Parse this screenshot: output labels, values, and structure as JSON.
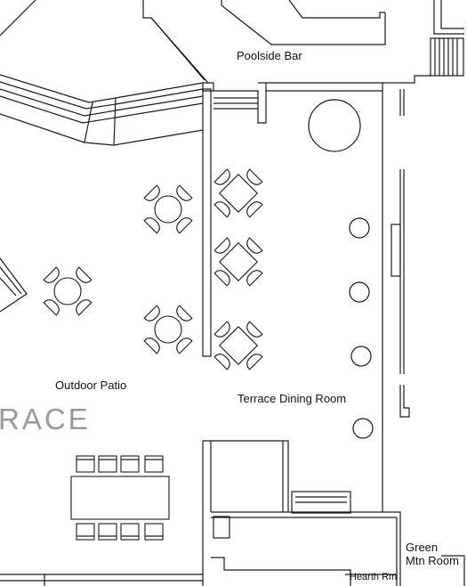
{
  "rooms": {
    "poolside_bar": "Poolside Bar",
    "outdoor_patio": "Outdoor Patio",
    "terrace_dining": "Terrace Dining Room",
    "green_mtn_line1": "Green",
    "green_mtn_line2": "Mtn Room",
    "hearth_rm": "Hearth Rm",
    "terrace_fragment": "RACE"
  },
  "colors": {
    "line": "#1a1a1a",
    "background": "#ffffff",
    "faded_text": "#9a9a9a"
  }
}
